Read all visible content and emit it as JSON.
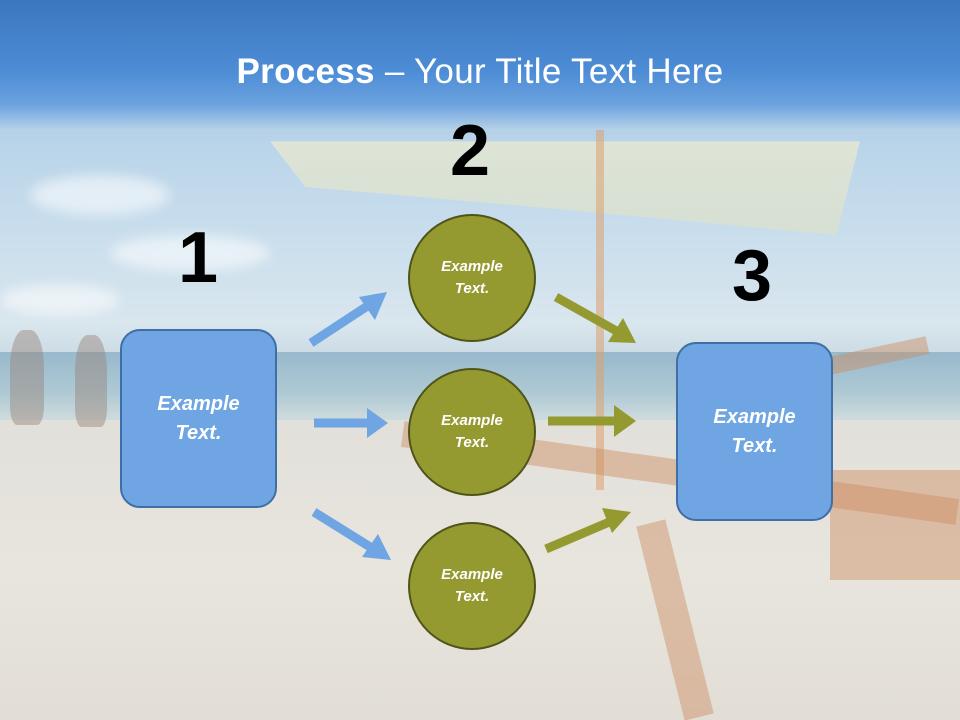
{
  "slide": {
    "title_bold": "Process",
    "title_rest": " – Your Title Text Here"
  },
  "steps": {
    "step1": {
      "number": "1",
      "text_line1": "Example",
      "text_line2": "Text."
    },
    "step2": {
      "number": "2"
    },
    "step3": {
      "number": "3",
      "text_line1": "Example",
      "text_line2": "Text."
    }
  },
  "circles": [
    {
      "text_line1": "Example",
      "text_line2": "Text."
    },
    {
      "text_line1": "Example",
      "text_line2": "Text."
    },
    {
      "text_line1": "Example",
      "text_line2": "Text."
    }
  ],
  "colors": {
    "header_blue": "#3b76be",
    "box_blue": "#6ea5e2",
    "circle_olive": "#949a30",
    "arrow_blue": "#6ea5e2",
    "arrow_olive": "#949a30"
  }
}
